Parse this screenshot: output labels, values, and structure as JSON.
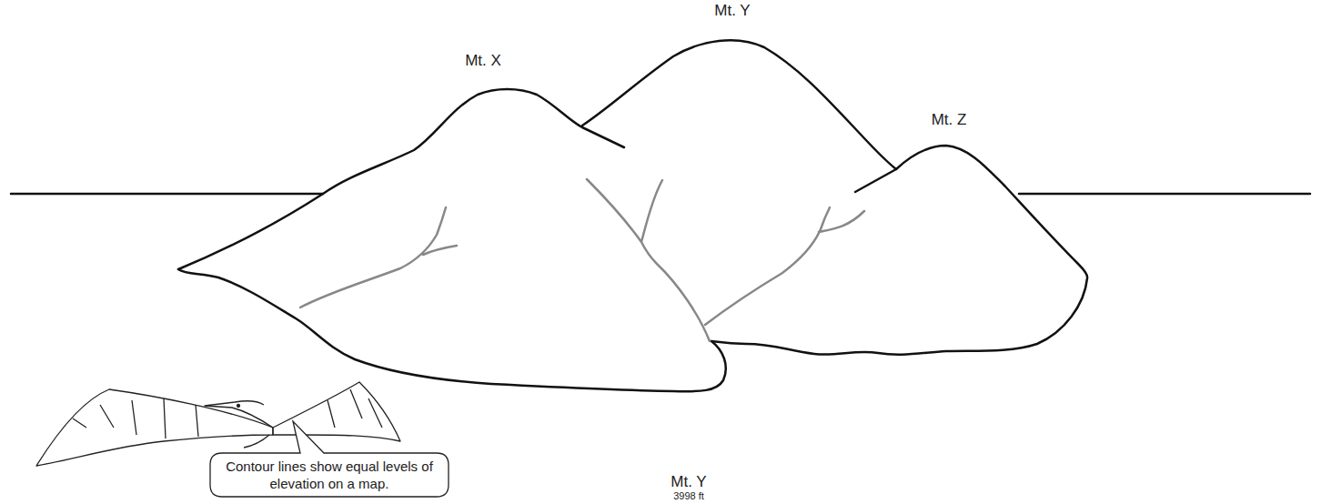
{
  "diagram": {
    "nodes": [
      {
        "text": [
          "Contour lines show equal levels of elevation on a map."
        ]
      }
    ],
    "labels": [
      "Mt. X",
      "Mt. Y",
      "Mt. Z",
      "Mt. Y",
      "3998 ft"
    ]
  }
}
